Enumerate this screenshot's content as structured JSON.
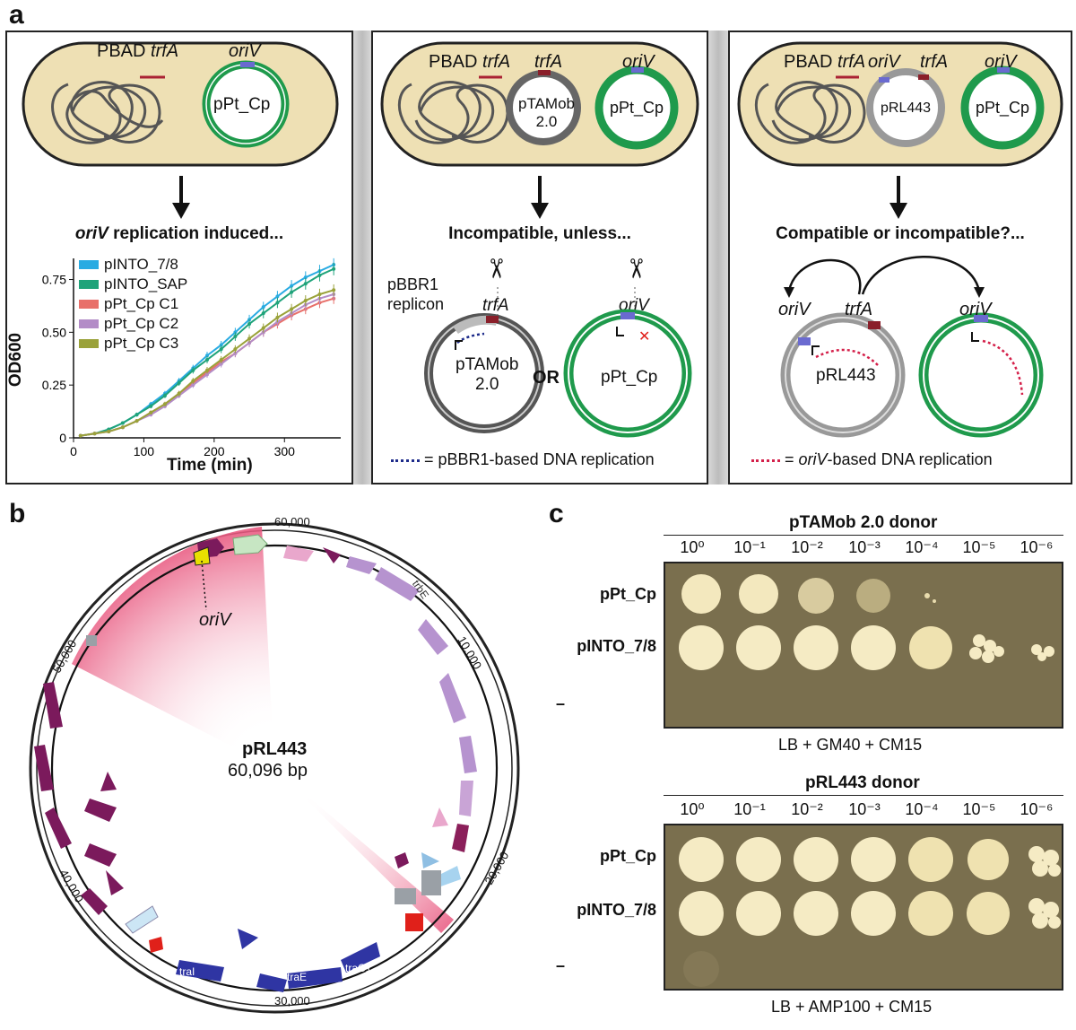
{
  "panels": {
    "a": "a",
    "b": "b",
    "c": "c"
  },
  "a1": {
    "pbad": "PBAD",
    "trfa": "trfA",
    "oriv": "oriV",
    "plasmid": "pPt_Cp",
    "caption_italic": "oriV",
    "caption_rest": " replication induced...",
    "legend": [
      "pINTO_7/8",
      "pINTO_SAP",
      "pPt_Cp C1",
      "pPt_Cp C2",
      "pPt_Cp C3"
    ],
    "legend_colors": [
      "#29abe2",
      "#1fa37a",
      "#e8706a",
      "#b38cc7",
      "#9aa23a"
    ],
    "ylabel": "OD600",
    "xlabel": "Time (min)",
    "yticks": [
      "0",
      "0.25",
      "0.50",
      "0.75"
    ],
    "xticks": [
      "0",
      "100",
      "200",
      "300"
    ]
  },
  "chart_data": {
    "type": "line",
    "xlabel": "Time (min)",
    "ylabel": "OD600",
    "xlim": [
      0,
      380
    ],
    "ylim": [
      0,
      0.85
    ],
    "x": [
      10,
      30,
      50,
      70,
      90,
      110,
      130,
      150,
      170,
      190,
      210,
      230,
      250,
      270,
      290,
      310,
      330,
      350,
      370
    ],
    "series": [
      {
        "name": "pINTO_7/8",
        "color": "#29abe2",
        "values": [
          0.01,
          0.02,
          0.04,
          0.07,
          0.11,
          0.16,
          0.21,
          0.27,
          0.33,
          0.39,
          0.44,
          0.5,
          0.56,
          0.62,
          0.67,
          0.72,
          0.76,
          0.79,
          0.82
        ]
      },
      {
        "name": "pINTO_SAP",
        "color": "#1fa37a",
        "values": [
          0.01,
          0.02,
          0.04,
          0.07,
          0.11,
          0.15,
          0.2,
          0.26,
          0.32,
          0.37,
          0.42,
          0.48,
          0.54,
          0.59,
          0.64,
          0.69,
          0.73,
          0.77,
          0.8
        ]
      },
      {
        "name": "pPt_Cp C1",
        "color": "#e8706a",
        "values": [
          0.01,
          0.02,
          0.03,
          0.05,
          0.08,
          0.12,
          0.16,
          0.21,
          0.26,
          0.31,
          0.36,
          0.4,
          0.45,
          0.5,
          0.54,
          0.58,
          0.61,
          0.64,
          0.66
        ]
      },
      {
        "name": "pPt_Cp C2",
        "color": "#b38cc7",
        "values": [
          0.01,
          0.02,
          0.03,
          0.05,
          0.08,
          0.11,
          0.15,
          0.2,
          0.25,
          0.3,
          0.35,
          0.4,
          0.45,
          0.5,
          0.55,
          0.59,
          0.63,
          0.66,
          0.68
        ]
      },
      {
        "name": "pPt_Cp C3",
        "color": "#9aa23a",
        "values": [
          0.01,
          0.02,
          0.03,
          0.05,
          0.08,
          0.12,
          0.16,
          0.21,
          0.27,
          0.32,
          0.37,
          0.42,
          0.47,
          0.52,
          0.57,
          0.61,
          0.65,
          0.68,
          0.7
        ]
      }
    ]
  },
  "a2": {
    "pbad": "PBAD",
    "trfa": "trfA",
    "trfa2": "trfA",
    "oriv": "oriV",
    "mid_plasmid_1": "pTAMob",
    "mid_plasmid_2": "2.0",
    "plasmid": "pPt_Cp",
    "caption": "Incompatible, unless...",
    "replicon_1": "pBBR1",
    "replicon_2": "replicon",
    "trfa_lower": "trfA",
    "oriv_lower": "oriV",
    "big_plasmid_1": "pTAMob",
    "big_plasmid_2": "2.0",
    "or": "OR",
    "big_right": "pPt_Cp",
    "footnote": "= pBBR1-based DNA replication"
  },
  "a3": {
    "pbad": "PBAD",
    "trfa": "trfA",
    "oriv1": "oriV",
    "trfa2": "trfA",
    "oriv2": "oriV",
    "mid_plasmid": "pRL443",
    "plasmid": "pPt_Cp",
    "caption": "Compatible or incompatible?...",
    "oriv_l": "oriV",
    "trfa_l": "trfA",
    "oriv_r": "oriV",
    "big_left": "pRL443",
    "footnote_italic": "oriV",
    "footnote_rest": "-based DNA replication"
  },
  "b": {
    "name": "pRL443",
    "size": "60,096 bp",
    "oriv": "oriV",
    "ticks": [
      "60,000",
      "10,000",
      "20,000",
      "30,000",
      "40,000",
      "50,000"
    ],
    "genes": [
      "trbE",
      "traI",
      "traE",
      "traC1"
    ]
  },
  "c": {
    "plate1_title": "pTAMob 2.0 donor",
    "plate2_title": "pRL443 donor",
    "dilutions": [
      "10⁰",
      "10⁻¹",
      "10⁻²",
      "10⁻³",
      "10⁻⁴",
      "10⁻⁵",
      "10⁻⁶"
    ],
    "rows": [
      "pPt_Cp",
      "pINTO_7/8",
      "–"
    ],
    "plate1_caption": "LB + GM40 + CM15",
    "plate2_caption": "LB + AMP100 + CM15"
  }
}
